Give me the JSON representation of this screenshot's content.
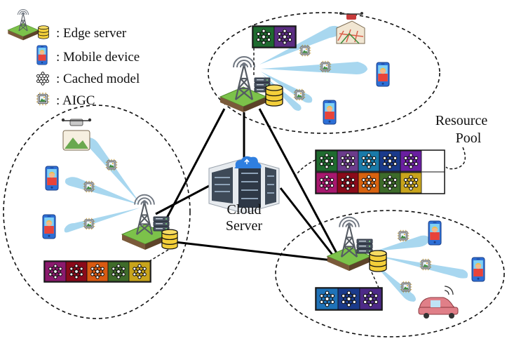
{
  "legend": {
    "edge_server": ": Edge server",
    "mobile_device": ": Mobile device",
    "cached_model": ": Cached model",
    "aigc": ": AIGC"
  },
  "labels": {
    "cloud_line1": "Cloud",
    "cloud_line2": "Server",
    "pool_line1": "Resource",
    "pool_line2": "Pool"
  },
  "colors": {
    "beam": "#9fd3ee",
    "tower": "#8a8f96",
    "ground_top": "#7cc24a",
    "ground_side": "#7a5a3a",
    "db": "#f3cf3a",
    "server_box": "#4b5563",
    "phone": "#2d6fd6",
    "line": "#000000"
  },
  "caches": {
    "top": [
      "#1e6b2f",
      "#5a2d82"
    ],
    "left": [
      "#8b1a6e",
      "#8b0a1a",
      "#d85a12",
      "#3f6b2a",
      "#c8a41c"
    ],
    "bottom": [
      "#1f72b8",
      "#1a3a8b",
      "#4d2a88"
    ],
    "pool_row1": [
      "#1f6b2f",
      "#6b3c8b",
      "#1a7aa8",
      "#1a3a8b",
      "#6a1fa0"
    ],
    "pool_row2": [
      "#a8176e",
      "#8b0a1a",
      "#d8620f",
      "#3d6b2a",
      "#c8a41c"
    ]
  }
}
